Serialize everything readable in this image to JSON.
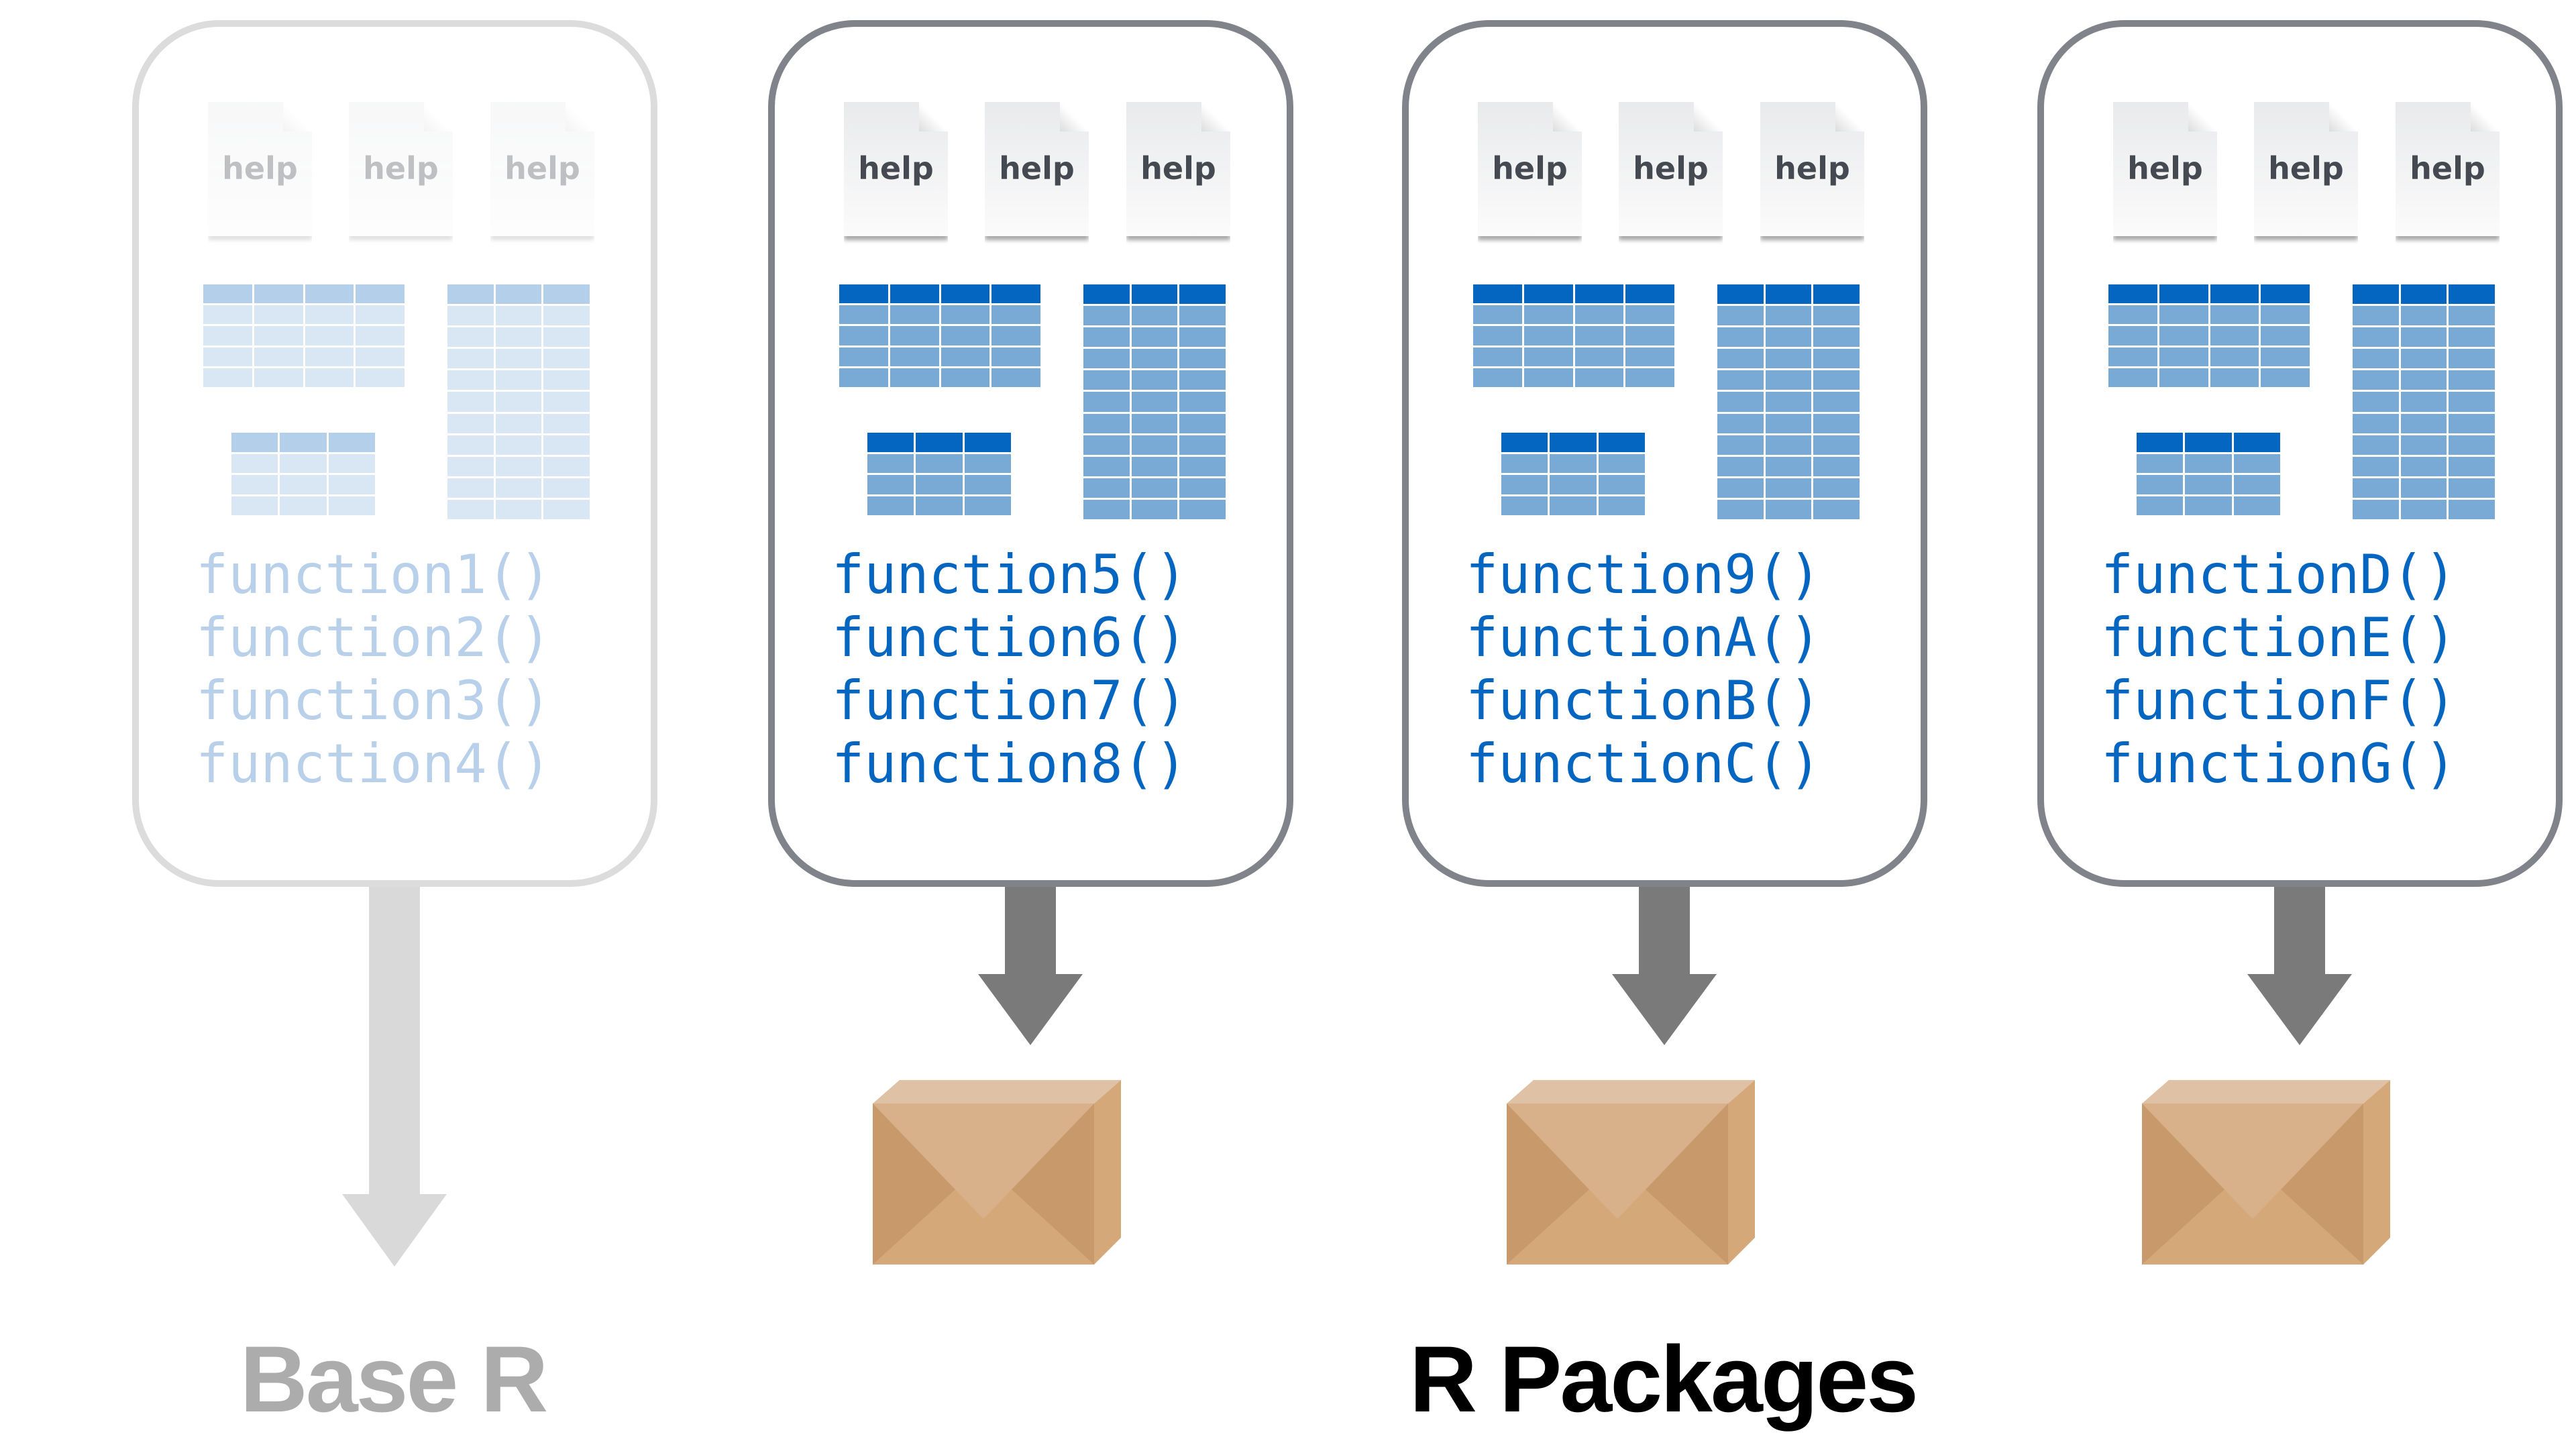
{
  "colors": {
    "header": "#0466c0",
    "cell": "#79aad6",
    "border": "#808389",
    "faded_border": "#dcdcdc",
    "faded_text": "#b8d0ea",
    "box": "#d4a878"
  },
  "panels": [
    {
      "faded": true,
      "help": [
        "help",
        "help",
        "help"
      ],
      "functions": [
        "function1()",
        "function2()",
        "function3()",
        "function4()"
      ]
    },
    {
      "faded": false,
      "help": [
        "help",
        "help",
        "help"
      ],
      "functions": [
        "function5()",
        "function6()",
        "function7()",
        "function8()"
      ]
    },
    {
      "faded": false,
      "help": [
        "help",
        "help",
        "help"
      ],
      "functions": [
        "function9()",
        "functionA()",
        "functionB()",
        "functionC()"
      ]
    },
    {
      "faded": false,
      "help": [
        "help",
        "help",
        "help"
      ],
      "functions": [
        "functionD()",
        "functionE()",
        "functionF()",
        "functionG()"
      ]
    }
  ],
  "labels": {
    "base_r": "Base R",
    "r_packages": "R Packages"
  }
}
